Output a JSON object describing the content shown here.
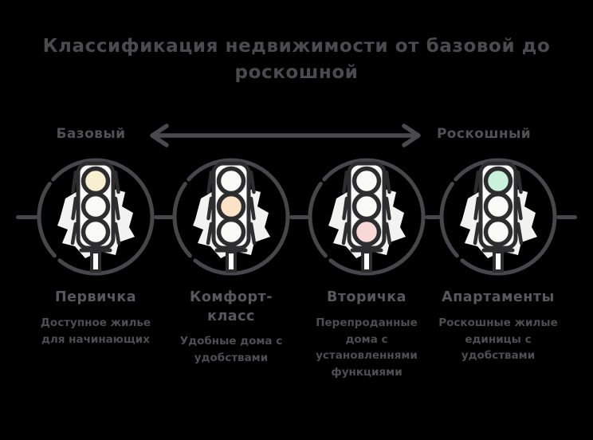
{
  "title": "Классификация недвижимости от базовой до роскошной",
  "axis": {
    "left_label": "Базовый",
    "right_label": "Роскошный"
  },
  "colors": {
    "background": "#000000",
    "ink": "#4a4a4e",
    "heading_text": "#58585c",
    "body_text": "#4e4e52",
    "blob": "#f2f2f0",
    "lamp_ring": "#2d2d2f",
    "lamp_off": "#fafaf7",
    "lamp_cream": "#f7efcf",
    "lamp_peach": "#fce3c8",
    "lamp_pink": "#f9d8d9",
    "lamp_mint": "#c9f1db"
  },
  "columns": [
    {
      "title": "Первичка",
      "description": "Доступное жилье\nдля начинающих",
      "lamps": [
        "#f7efcf",
        "#fafaf7",
        "#fafaf7"
      ]
    },
    {
      "title": "Комфорт-\nкласс",
      "description": "Удобные дома с\nудобствами",
      "lamps": [
        "#fafaf7",
        "#fce3c8",
        "#fafaf7"
      ]
    },
    {
      "title": "Вторичка",
      "description": "Перепроданные\nдома с\nустановленнями\nфункциями",
      "lamps": [
        "#fafaf7",
        "#fafaf7",
        "#f9d8d9"
      ]
    },
    {
      "title": "Апартаменты",
      "description": "Роскошные жилые\nединицы с\nудобствами",
      "lamps": [
        "#c9f1db",
        "#fafaf7",
        "#fafaf7"
      ]
    }
  ]
}
